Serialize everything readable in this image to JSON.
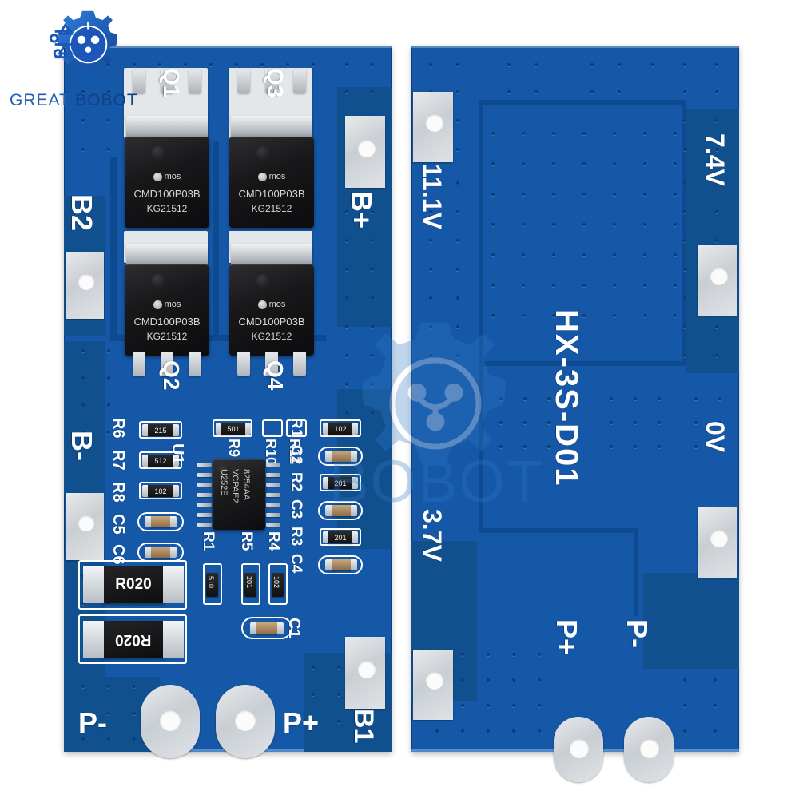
{
  "brand": {
    "name_part1": "GREAT",
    "name_part2": "BOBOT",
    "logo_icon": "gear-robot-logo",
    "watermark_text": "BOBOT",
    "accent_color": "#1d5fb4"
  },
  "product": {
    "model": "HX-3S-D01",
    "pcb_color": "#1558a8",
    "silkscreen_color": "#ffffff"
  },
  "front_board": {
    "name": "front-side",
    "pads": [
      {
        "label": "B2",
        "name": "pad-b2"
      },
      {
        "label": "B+",
        "name": "pad-b-plus"
      },
      {
        "label": "B-",
        "name": "pad-b-minus"
      },
      {
        "label": "B1",
        "name": "pad-b1"
      },
      {
        "label": "P-",
        "name": "pad-p-minus"
      },
      {
        "label": "P+",
        "name": "pad-p-plus"
      }
    ],
    "mosfets": [
      {
        "ref": "Q1",
        "line1": "CMD100P03B",
        "line2": "KG21512",
        "logo": "mos"
      },
      {
        "ref": "Q3",
        "line1": "CMD100P03B",
        "line2": "KG21512",
        "logo": "mos"
      },
      {
        "ref": "Q2",
        "line1": "CMD100P03B",
        "line2": "KG21512",
        "logo": "mos"
      },
      {
        "ref": "Q4",
        "line1": "CMD100P03B",
        "line2": "KG21512",
        "logo": "mos"
      }
    ],
    "ic": {
      "ref": "U1",
      "line1": "8254AA",
      "line2": "VCPAE2",
      "line3": "U252E"
    },
    "left_column_refs": [
      "R6",
      "R7",
      "R8",
      "C5",
      "C6"
    ],
    "left_column_values": [
      "215",
      "512",
      "102",
      "",
      ""
    ],
    "right_column_refs": [
      "R1",
      "C2",
      "R2",
      "C3",
      "R3",
      "C4"
    ],
    "right_column_values": [
      "102",
      "",
      "201",
      "",
      "201",
      ""
    ],
    "top_row_refs": [
      "R9",
      "R10",
      "R11"
    ],
    "top_row_values": [
      "501",
      "",
      ""
    ],
    "bottom_row_refs": [
      "R1",
      "R5",
      "R4"
    ],
    "bottom_row_values": [
      "510",
      "201",
      "102"
    ],
    "shunts": [
      {
        "ref": "shunt-top",
        "value": "R020"
      },
      {
        "ref": "shunt-bottom",
        "value": "R020"
      }
    ],
    "extra_refs": [
      "C1"
    ]
  },
  "back_board": {
    "name": "back-side",
    "model_label": "HX-3S-D01",
    "voltage_labels": [
      {
        "label": "11.1V",
        "name": "label-11-1v"
      },
      {
        "label": "7.4V",
        "name": "label-7-4v"
      },
      {
        "label": "3.7V",
        "name": "label-3-7v"
      },
      {
        "label": "0V",
        "name": "label-0v"
      }
    ],
    "pads": [
      {
        "label": "P+",
        "name": "back-pad-p-plus"
      },
      {
        "label": "P-",
        "name": "back-pad-p-minus"
      }
    ]
  }
}
